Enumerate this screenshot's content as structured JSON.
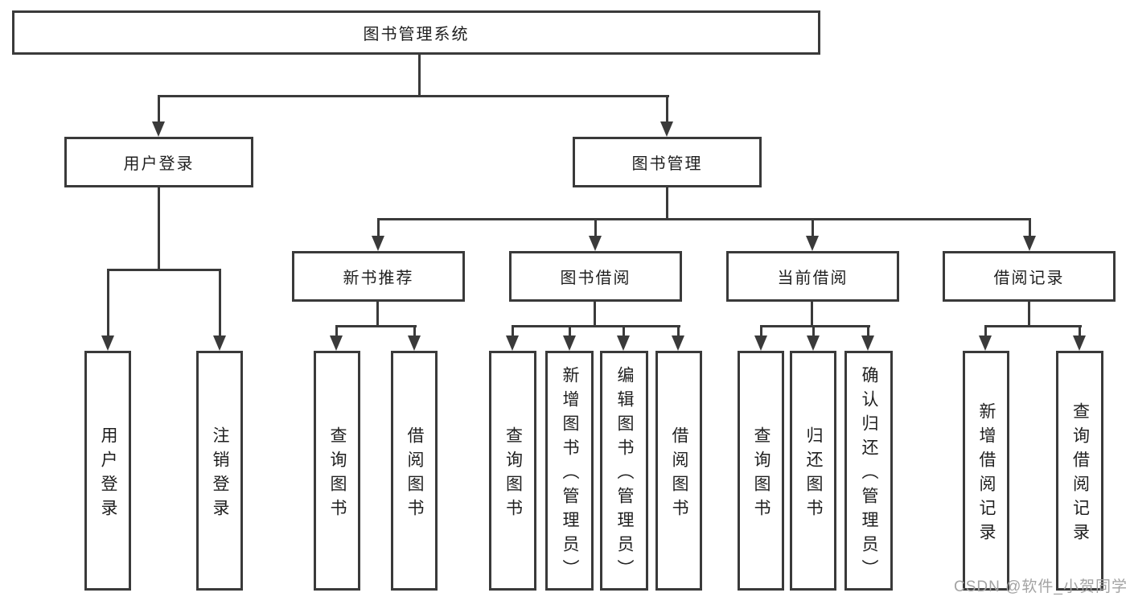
{
  "colors": {
    "line": "#3a3a3a",
    "text": "#1f1f1f",
    "background": "#ffffff",
    "watermark": "#a3a3a3"
  },
  "root": {
    "label": "图书管理系统"
  },
  "level2": {
    "user_login": "用户登录",
    "book_management": "图书管理"
  },
  "level3": {
    "new_book_rec": "新书推荐",
    "book_borrow": "图书借阅",
    "current_borrow": "当前借阅",
    "borrow_records": "借阅记录"
  },
  "leaves": {
    "user_login": [
      "用户登录",
      "注销登录"
    ],
    "new_book_rec": [
      "查询图书",
      "借阅图书"
    ],
    "book_borrow": [
      "查询图书",
      "新增图书（管理员）",
      "编辑图书（管理员）",
      "借阅图书"
    ],
    "current_borrow": [
      "查询图书",
      "归还图书",
      "确认归还（管理员）"
    ],
    "borrow_records": [
      "新增借阅记录",
      "查询借阅记录"
    ]
  },
  "watermark": "CSDN @软件_小贺同学"
}
